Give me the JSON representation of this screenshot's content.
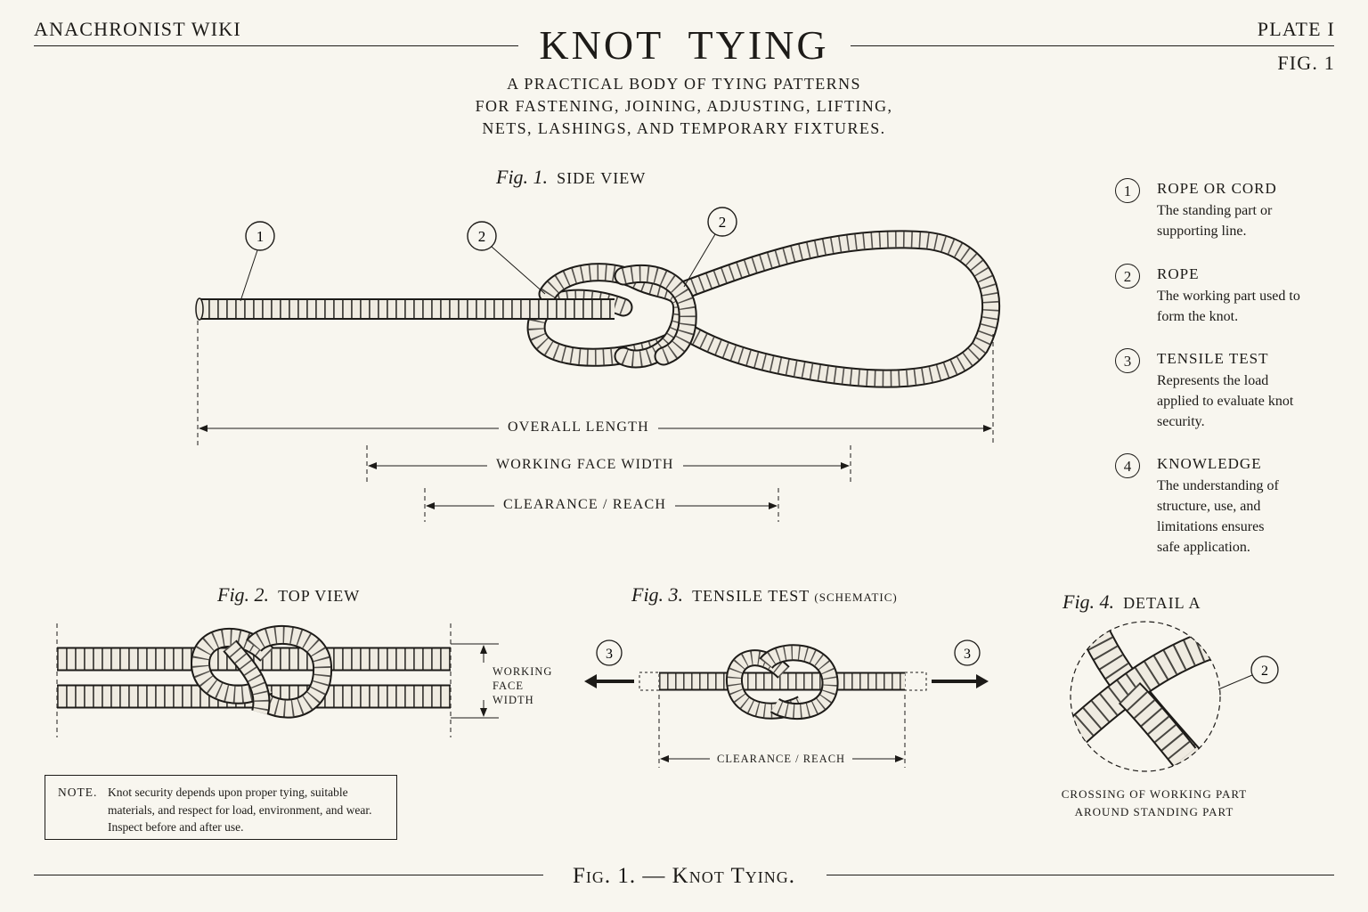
{
  "header": {
    "site": "ANACHRONIST WIKI",
    "title": "KNOT  TYING",
    "plate": "PLATE I",
    "fig": "FIG. 1",
    "subtitle": [
      "A PRACTICAL BODY OF TYING PATTERNS",
      "FOR FASTENING, JOINING, ADJUSTING, LIFTING,",
      "NETS, LASHINGS, AND TEMPORARY FIXTURES."
    ]
  },
  "fig1": {
    "fig": "Fig. 1.",
    "label": "SIDE VIEW",
    "callouts": [
      "1",
      "2",
      "2"
    ],
    "dims": {
      "overall": "OVERALL LENGTH",
      "working": "WORKING FACE WIDTH",
      "clearance": "CLEARANCE / REACH"
    }
  },
  "fig2": {
    "fig": "Fig. 2.",
    "label": "TOP VIEW",
    "dim_lines": [
      "WORKING",
      "FACE",
      "WIDTH"
    ]
  },
  "fig3": {
    "fig": "Fig. 3.",
    "label": "TENSILE TEST",
    "label_small": "(SCHEMATIC)",
    "callouts": [
      "3",
      "3"
    ],
    "dim": "CLEARANCE / REACH"
  },
  "fig4": {
    "fig": "Fig. 4.",
    "label": "DETAIL A",
    "callout": "2",
    "caption": [
      "CROSSING OF WORKING PART",
      "AROUND STANDING PART"
    ]
  },
  "legend": [
    {
      "num": "1",
      "title": "ROPE OR CORD",
      "desc": "The standing part or supporting line."
    },
    {
      "num": "2",
      "title": "ROPE",
      "desc": "The working part used to form the knot."
    },
    {
      "num": "3",
      "title": "TENSILE TEST",
      "desc": "Represents the load applied to evaluate knot security."
    },
    {
      "num": "4",
      "title": "KNOWLEDGE",
      "desc": "The understanding of structure, use, and limitations ensures safe application."
    }
  ],
  "note": {
    "label": "NOTE.",
    "text": "Knot security depends upon proper tying, suitable materials, and respect for load, environment, and wear. Inspect before and after use."
  },
  "footer": {
    "prefix": "Fig. 1. —",
    "title": "Knot Tying."
  },
  "colors": {
    "paper": "#f8f6ef",
    "ink": "#1d1b18",
    "rope": "#efebe1"
  }
}
